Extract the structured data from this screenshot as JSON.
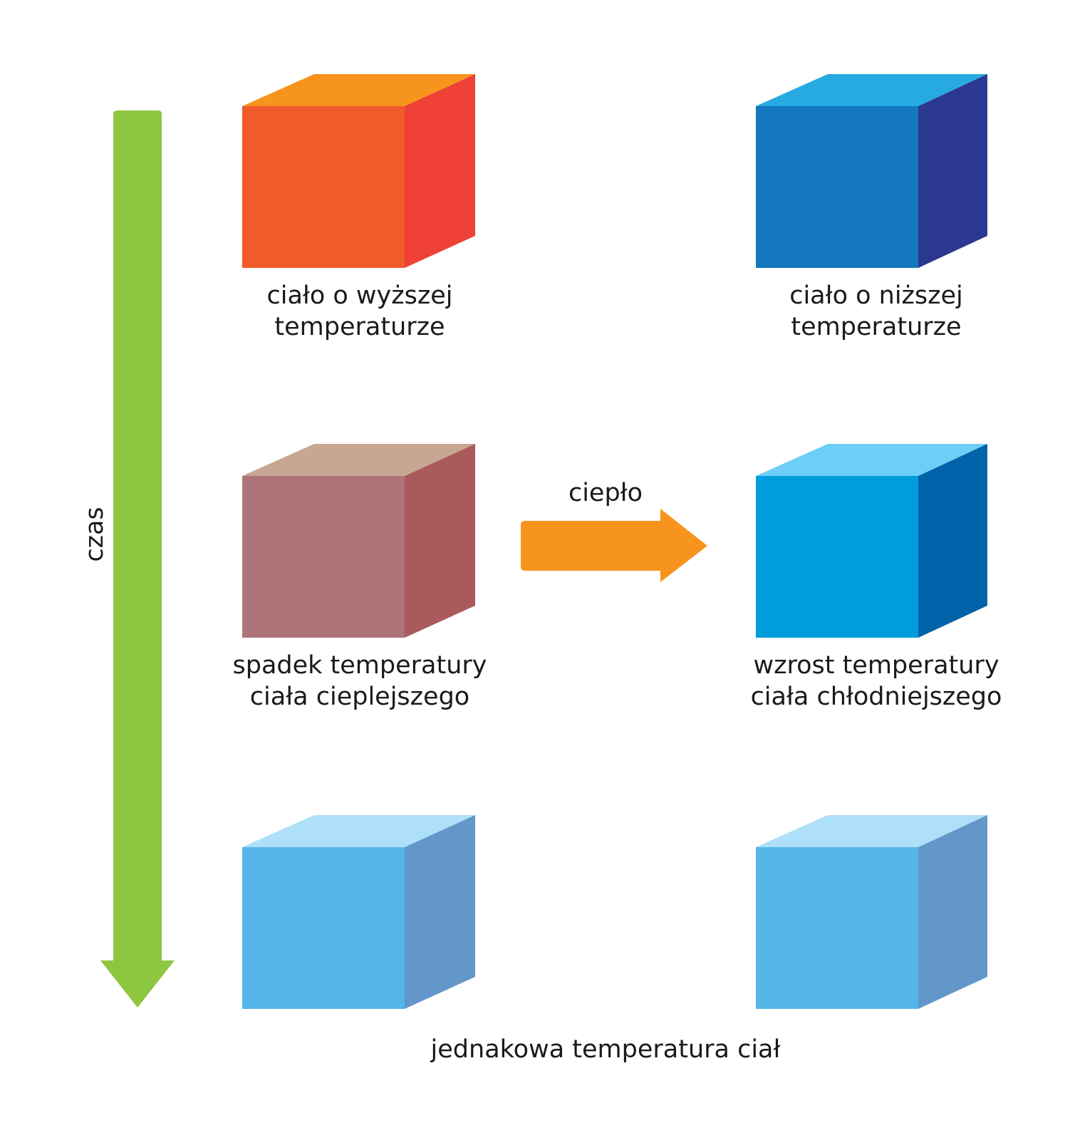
{
  "time_axis": {
    "label": "czas",
    "color": "#8DC63F"
  },
  "heat_arrow": {
    "label": "ciepło",
    "color": "#F7941D"
  },
  "rows": [
    {
      "left": {
        "lines": [
          "ciało o wyższej",
          "temperaturze"
        ],
        "colors": {
          "front": "#F15A2B",
          "top": "#F7941D",
          "side": "#EF4136"
        }
      },
      "right": {
        "lines": [
          "ciało o niższej",
          "temperaturze"
        ],
        "colors": {
          "front": "#1378BE",
          "top": "#27AAE1",
          "side": "#2B388F"
        }
      }
    },
    {
      "left": {
        "lines": [
          "spadek temperatury",
          "ciała cieplejszego"
        ],
        "colors": {
          "front": "#AD7579",
          "top": "#C8A792",
          "side": "#AB5A5B"
        }
      },
      "right": {
        "lines": [
          "wzrost temperatury",
          "ciała chłodniejszego"
        ],
        "colors": {
          "front": "#009DDC",
          "top": "#6DCFF6",
          "side": "#0062A8"
        }
      }
    },
    {
      "left": {
        "lines": [],
        "colors": {
          "front": "#53B6E7",
          "top": "#AEE0F9",
          "side": "#6397C9"
        }
      },
      "right": {
        "lines": [],
        "colors": {
          "front": "#53B6E7",
          "top": "#AEE0F9",
          "side": "#6397C9"
        }
      }
    }
  ],
  "bottom_caption": "jednakowa temperatura ciał"
}
